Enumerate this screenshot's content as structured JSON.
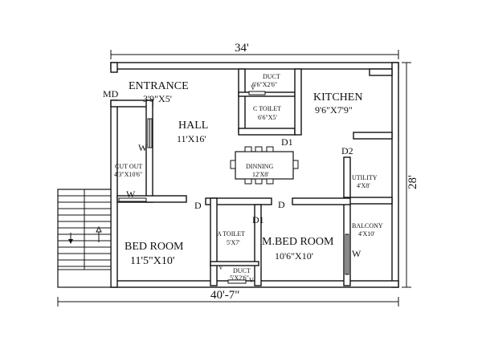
{
  "dimensions": {
    "top": "34'",
    "bottom": "40'-7\"",
    "right": "28'"
  },
  "rooms": {
    "entrance": {
      "name": "ENTRANCE",
      "size": "3'9\"X5'"
    },
    "md": "MD",
    "hall": {
      "name": "HALL",
      "size": "11'X16'"
    },
    "duct_top": {
      "name": "DUCT",
      "size": "6'6\"X2'6\""
    },
    "c_toilet": {
      "name": "C TOILET",
      "size": "6'6\"X5'"
    },
    "kitchen": {
      "name": "KITCHEN",
      "size": "9'6\"X7'9\""
    },
    "dinning": {
      "name": "DINNING",
      "size": "12'X8'"
    },
    "cutout": {
      "name": "CUT OUT",
      "size": "4'3\"X10'6\""
    },
    "utility": {
      "name": "UTILITY",
      "size": "4'X8'"
    },
    "balcony": {
      "name": "BALCONY",
      "size": "4'X10'"
    },
    "bed_room": {
      "name": "BED ROOM",
      "size": "11'5\"X10'"
    },
    "a_toilet": {
      "name": "A TOILET",
      "size": "5'X7'"
    },
    "duct_bottom": {
      "name": "DUCT",
      "size": "5'X2'6\""
    },
    "mbed_room": {
      "name": "M.BED ROOM",
      "size": "10'6\"X10'"
    }
  },
  "marks": {
    "door": "D",
    "door1": "D1",
    "door2": "D2",
    "window": "W",
    "vent": "V"
  }
}
